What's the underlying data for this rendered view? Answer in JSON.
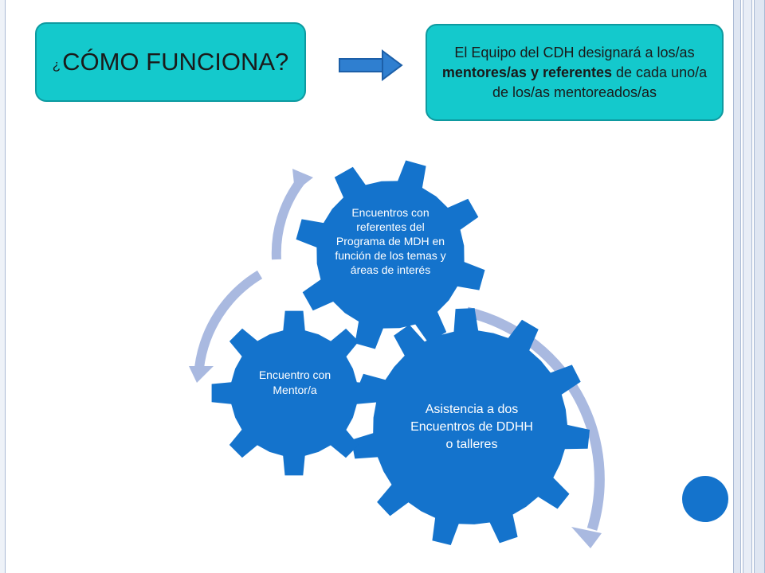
{
  "slide": {
    "title_mark": "¿",
    "title": "CÓMO FUNCIONA?",
    "info": {
      "part1": "El Equipo del CDH designará a los/as ",
      "bold": "mentores/as y referentes",
      "part2": " de cada uno/a de los/as mentoreados/as"
    }
  },
  "cycle": {
    "gears": [
      {
        "id": "top",
        "label": "Encuentros con referentes del Programa de MDH en función de los temas y áreas de interés"
      },
      {
        "id": "left",
        "label": "Encuentro con Mentor/a"
      },
      {
        "id": "big",
        "label": "Asistencia a dos Encuentros de DDHH o talleres"
      }
    ]
  },
  "colors": {
    "box_fill": "#14c9cc",
    "box_border": "#0e9aa0",
    "gear_fill": "#1473cc",
    "cycle_arrow": "#a9b9e0",
    "right_arrow": "#2f7fd0",
    "frame": "#a9b9d4"
  }
}
